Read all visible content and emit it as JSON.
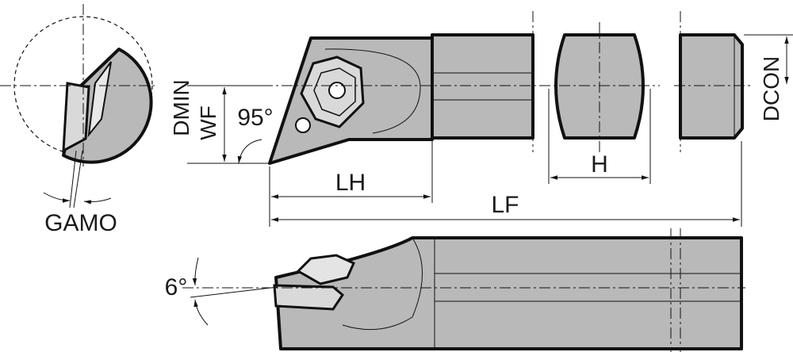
{
  "labels": {
    "dmin": "DMIN",
    "wf": "WF",
    "angle_95": "95°",
    "dcon": "DCON",
    "lh": "LH",
    "lf": "LF",
    "h": "H",
    "gamo": "GAMO",
    "angle_6": "6°"
  },
  "colors": {
    "body_fill": "#b9b9b9",
    "insert_fill": "#d9d9d9",
    "line": "#111111",
    "background": "#ffffff"
  }
}
